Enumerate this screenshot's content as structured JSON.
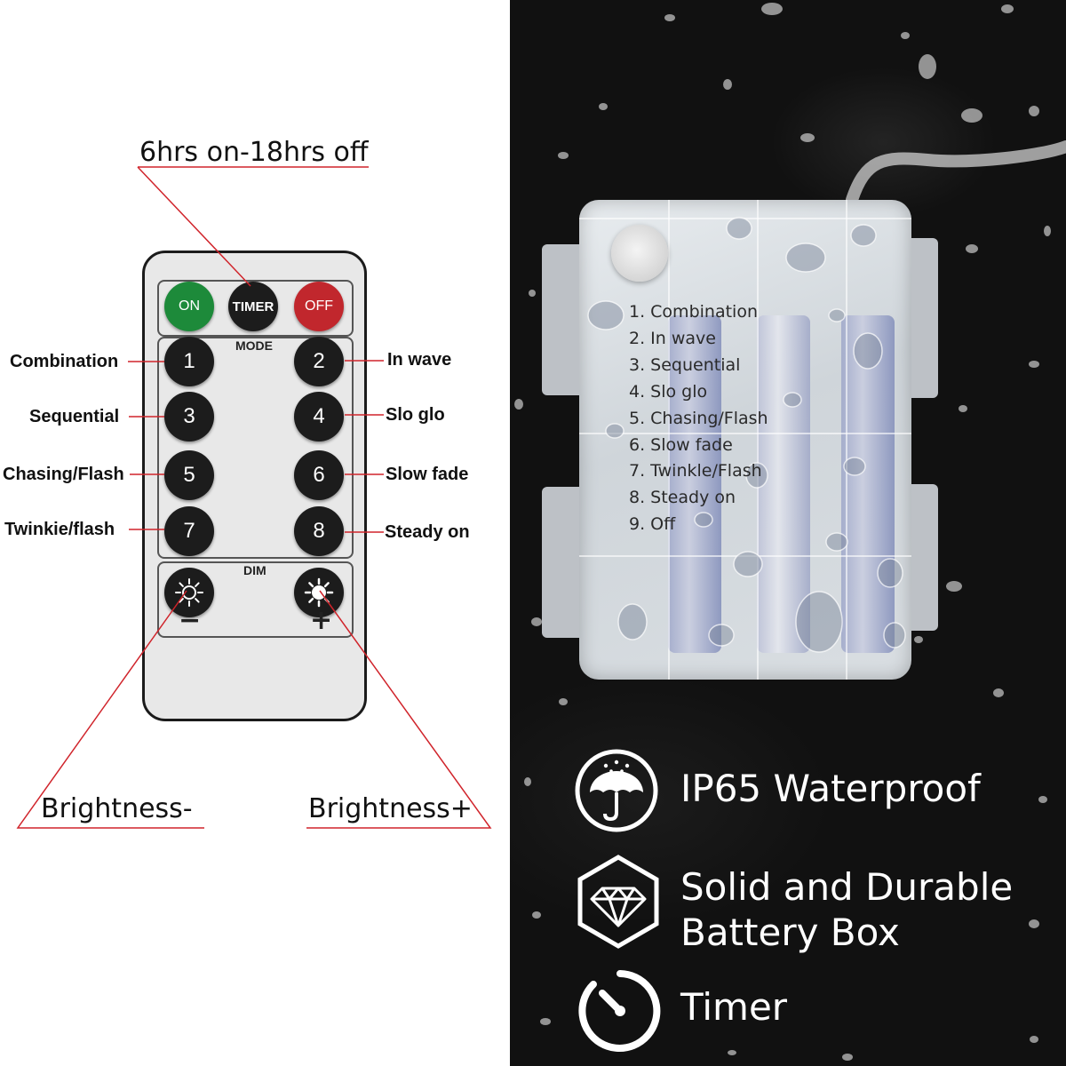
{
  "remote": {
    "timer_caption": "6hrs on-18hrs off",
    "buttons": {
      "on": "ON",
      "timer": "TIMER",
      "off": "OFF"
    },
    "mode_title": "MODE",
    "dim_title": "DIM",
    "mode_numbers": [
      "1",
      "2",
      "3",
      "4",
      "5",
      "6",
      "7",
      "8"
    ],
    "mode_labels": {
      "m1": "Combination",
      "m2": "In wave",
      "m3": "Sequential",
      "m4": "Slo glo",
      "m5": "Chasing/Flash",
      "m6": "Slow fade",
      "m7": "Twinkie/flash",
      "m8": "Steady on"
    },
    "dim_minus_sign": "−",
    "dim_plus_sign": "+",
    "brightness_minus": "Brightness-",
    "brightness_plus": "Brightness+"
  },
  "battery_box": {
    "modes": [
      "1. Combination",
      "2. In wave",
      "3. Sequential",
      "4. Slo glo",
      "5. Chasing/Flash",
      "6. Slow fade",
      "7. Twinkle/Flash",
      "8. Steady on",
      "9. Off"
    ]
  },
  "features": [
    {
      "icon": "umbrella-icon",
      "text": "IP65 Waterproof"
    },
    {
      "icon": "diamond-icon",
      "line1": "Solid and Durable",
      "line2": "Battery Box"
    },
    {
      "icon": "timer-icon",
      "text": "Timer"
    }
  ],
  "colors": {
    "on_button": "#1d8a3a",
    "off_button": "#c1272d",
    "callout_line": "#d0242b",
    "dark_bg": "#111111"
  }
}
